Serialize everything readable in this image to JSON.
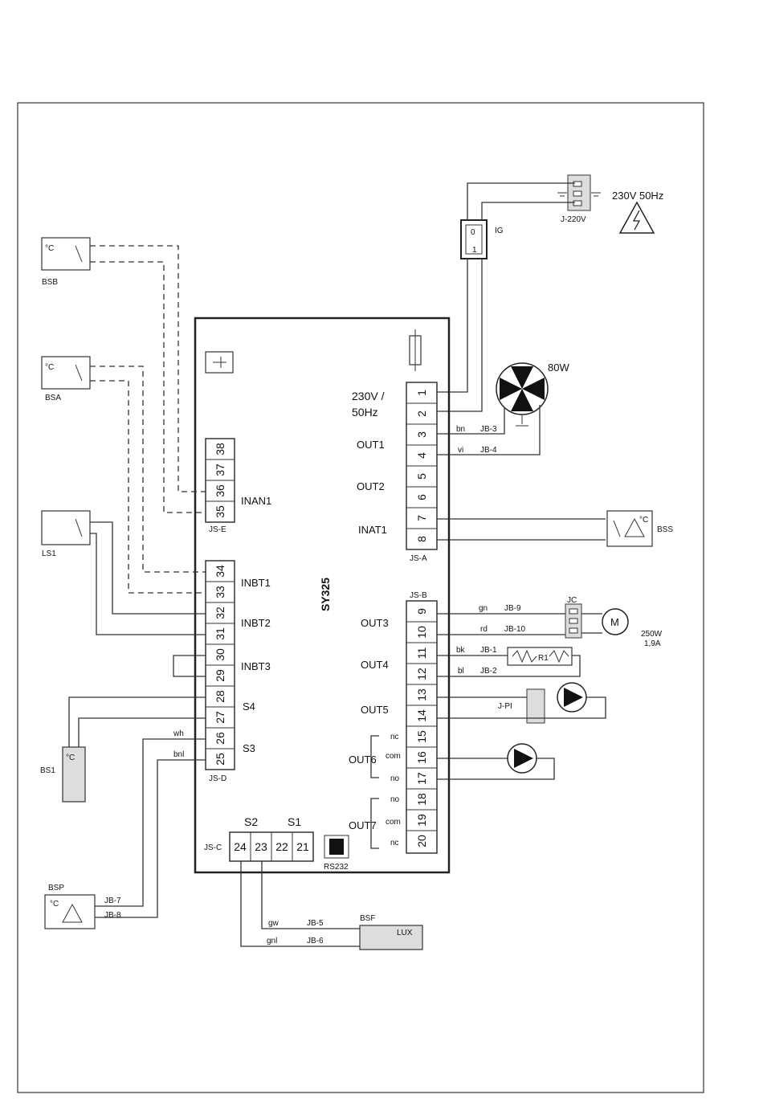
{
  "mains": {
    "label": "230V 50Hz",
    "connector": "J-220V",
    "switch": "IG",
    "switch_on": "0",
    "switch_off": "1"
  },
  "board": {
    "name": "SY325",
    "supply": "230V /",
    "supply_hz": "50Hz",
    "rs232": "RS232"
  },
  "fan": {
    "power": "80W",
    "jb_a": "JB-3",
    "jb_b": "JB-4",
    "wire_a": "bn",
    "wire_b": "vi"
  },
  "left_terminals": [
    "38",
    "37",
    "36",
    "35",
    "34",
    "33",
    "32",
    "31",
    "30",
    "29",
    "28",
    "27",
    "26",
    "25"
  ],
  "right_terminals": [
    "1",
    "2",
    "3",
    "4",
    "5",
    "6",
    "7",
    "8",
    "9",
    "10",
    "11",
    "12",
    "13",
    "14",
    "15",
    "16",
    "17",
    "18",
    "19",
    "20"
  ],
  "bottom_terminals": [
    "24",
    "23",
    "22",
    "21"
  ],
  "left_groups": {
    "inan1": "INAN1",
    "inbt1": "INBT1",
    "inbt2": "INBT2",
    "inbt3": "INBT3",
    "s4": "S4",
    "s3": "S3",
    "jse": "JS-E",
    "jsd": "JS-D"
  },
  "right_groups": {
    "out1": "OUT1",
    "out2": "OUT2",
    "inat1": "INAT1",
    "out3": "OUT3",
    "out4": "OUT4",
    "out5": "OUT5",
    "out6": "OUT6",
    "out7": "OUT7",
    "jsa": "JS-A",
    "jsb": "JS-B"
  },
  "bottom_groups": {
    "s2": "S2",
    "s1": "S1",
    "jsc": "JS-C"
  },
  "contacts": {
    "nc": "nc",
    "com": "com",
    "no": "no"
  },
  "sensors": {
    "bsb": "BSB",
    "bsa": "BSA",
    "ls1": "LS1",
    "bs1": "BS1",
    "bsp": "BSP",
    "bss": "BSS",
    "bsf": "BSF",
    "lux": "LUX",
    "deg": "°C"
  },
  "motor": {
    "connector": "JC",
    "m": "M",
    "power": "250W",
    "current": "1,9A",
    "gn": "gn",
    "rd": "rd",
    "jb_a": "JB-9",
    "jb_b": "JB-10"
  },
  "heater": {
    "name": "R1",
    "bk": "bk",
    "bl": "bl",
    "jb_a": "JB-1",
    "jb_b": "JB-2"
  },
  "pump": {
    "connector": "J-PI"
  },
  "bsp_wires": {
    "wh": "wh",
    "bnl": "bnl",
    "jb_a": "JB-7",
    "jb_b": "JB-8"
  },
  "bsf_wires": {
    "gw": "gw",
    "gnl": "gnl",
    "jb_a": "JB-5",
    "jb_b": "JB-6"
  }
}
